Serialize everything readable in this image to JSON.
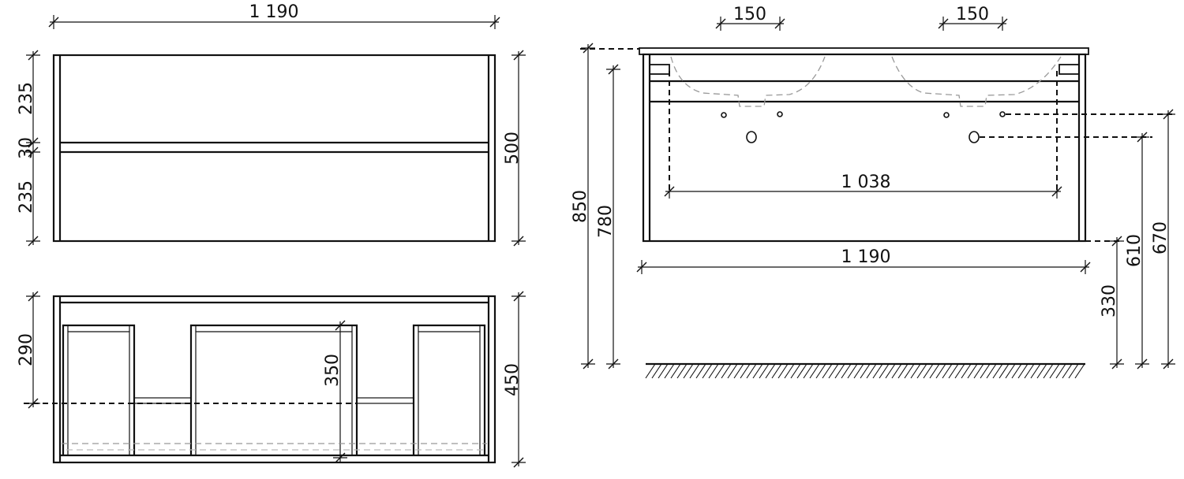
{
  "front_view": {
    "width": "1 190",
    "height": "500",
    "drawer_top": "235",
    "gap": "30",
    "drawer_bottom": "235"
  },
  "interior_view": {
    "height": "450",
    "shelf_height": "290",
    "opening_height": "350"
  },
  "side_view": {
    "tap_spacing_left": "150",
    "tap_spacing_right": "150",
    "total_height": "850",
    "cabinet_height": "780",
    "basin_span": "1 038",
    "width": "1 190",
    "floor_clearance": "330",
    "drain_height": "610",
    "water_inlet_height": "670"
  }
}
